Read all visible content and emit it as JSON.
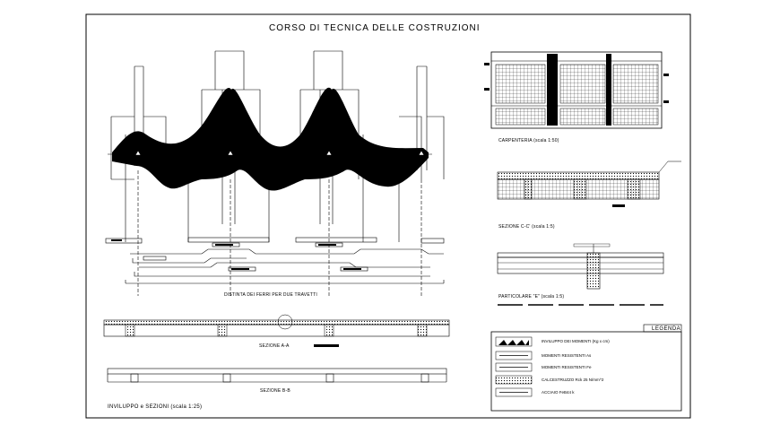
{
  "sheet_title": "CORSO DI TECNICA DELLE COSTRUZIONI",
  "bottom_title": "INVILUPPO e SEZIONI (scala 1:25)",
  "labels": {
    "distinta": "DISTINTA DEI FERRI PER DUE TRAVETTI",
    "sezione_aa": "SEZIONE A-A",
    "sezione_bb": "SEZIONE B-B",
    "carpenteria": "CARPENTERIA (scala 1:50)",
    "sezione_cc": "SEZIONE C-C' (scala 1:5)",
    "particolare_e": "PARTICOLARE \"E\" (scala 1:5)"
  },
  "legend": {
    "title": "LEGENDA",
    "items": [
      {
        "icon": "moment-envelope-swatch",
        "text": "INVILUPPO DEI MOMENTI (Kg x cm)"
      },
      {
        "icon": "line-swatch",
        "text": "MOMENTI RESISTENTI As"
      },
      {
        "icon": "line-swatch",
        "text": "MOMENTI RESISTENTI Fe"
      },
      {
        "icon": "hatch-swatch",
        "text": "CALCESTRUZZO Rck 25 N/mm^2"
      },
      {
        "icon": "line-swatch",
        "text": "ACCIAIO FeB44 k"
      }
    ]
  }
}
